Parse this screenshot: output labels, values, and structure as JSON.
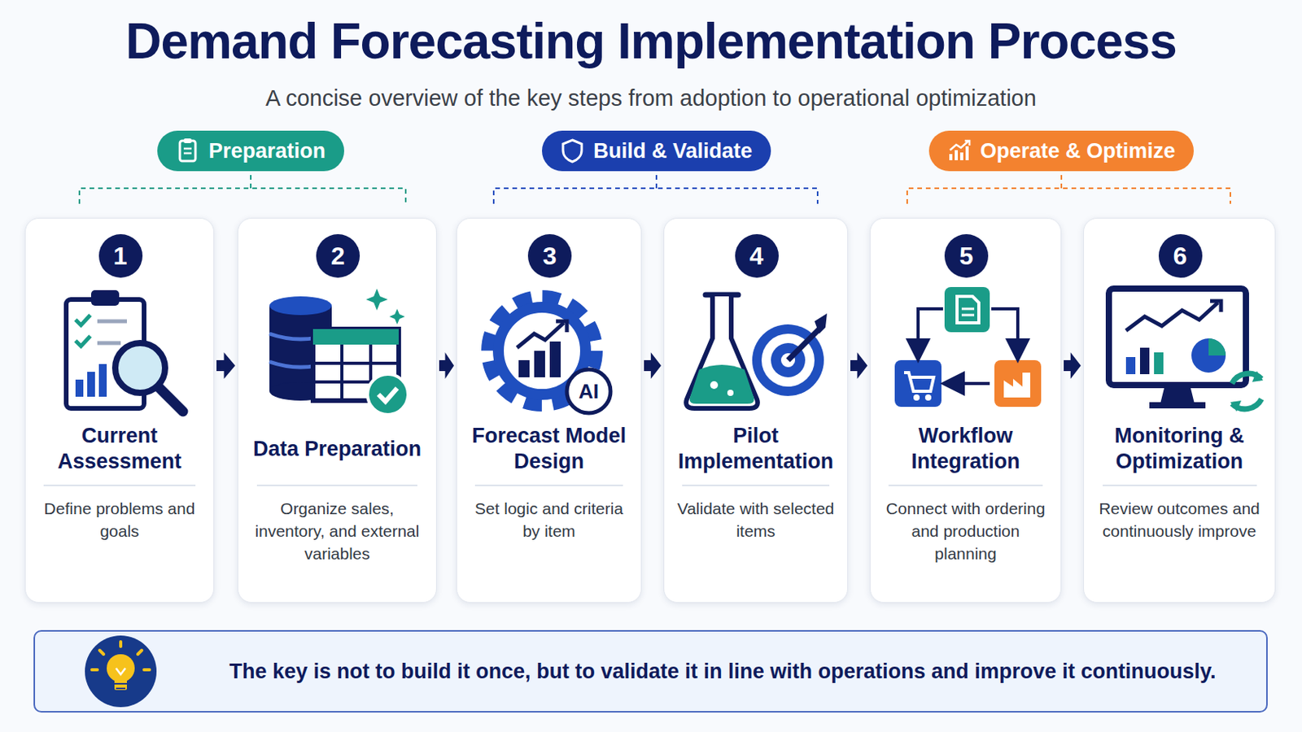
{
  "diagram": {
    "title": "Demand Forecasting Implementation Process",
    "caption": "A concise overview of the key steps from adoption to operational optimization",
    "nodes": [
      {
        "text": [
          "Preparation"
        ]
      },
      {
        "text": [
          "Build & Validate"
        ]
      },
      {
        "text": [
          "Operate & Optimize"
        ]
      },
      {
        "text": [
          "Current Assessment",
          "Define problems and goals"
        ]
      },
      {
        "text": [
          "1"
        ],
        "in": 3
      },
      {
        "text": [
          "Data Preparation",
          "Organize sales, inventory, and external variables"
        ]
      },
      {
        "text": [
          "2"
        ],
        "in": 5
      },
      {
        "text": [
          "Forecast Model Design",
          "Set logic and criteria by item"
        ]
      },
      {
        "text": [
          "3"
        ],
        "in": 7
      },
      {
        "text": [
          "Pilot Implementation",
          "Validate with selected items"
        ]
      },
      {
        "text": [
          "4"
        ],
        "in": 9
      },
      {
        "text": [
          "Workflow Integration",
          "Connect with ordering and production planning"
        ]
      },
      {
        "text": [
          "5"
        ],
        "in": 11
      },
      {
        "text": [
          "Monitoring & Optimization",
          "Review outcomes and continuously improve"
        ]
      },
      {
        "text": [
          "6"
        ],
        "in": 13
      },
      {
        "text": [
          "The key is not to build it once, but to validate it in line with operations and improve it continuously."
        ]
      }
    ],
    "edges": [
      {
        "from": 3,
        "to": 5,
        "arrow": "to"
      },
      {
        "from": 5,
        "to": 7,
        "arrow": "to"
      },
      {
        "from": 7,
        "to": 9,
        "arrow": "to"
      },
      {
        "from": 9,
        "to": 11,
        "arrow": "to"
      },
      {
        "from": 11,
        "to": 13,
        "arrow": "to"
      }
    ],
    "labels": [
      "AI"
    ]
  }
}
